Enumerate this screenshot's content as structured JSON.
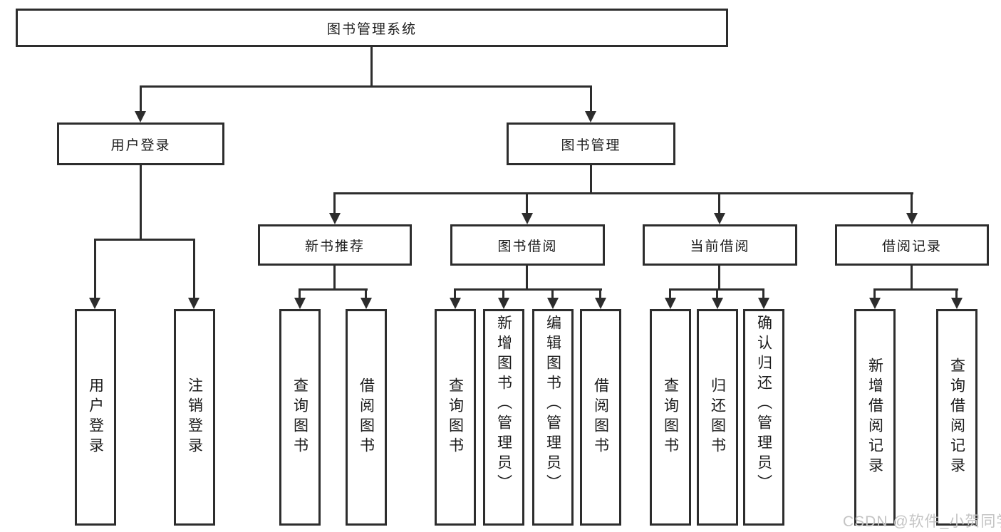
{
  "nodes": {
    "root": "图书管理系统",
    "user_login": "用户登录",
    "book_mgmt": "图书管理",
    "new_books": "新书推荐",
    "book_borrow": "图书借阅",
    "current_borrow": "当前借阅",
    "borrow_records": "借阅记录",
    "leaf_user_login": "用户登录",
    "leaf_logout": "注销登录",
    "leaf_nb_query": "查询图书",
    "leaf_nb_borrow": "借阅图书",
    "leaf_bb_query": "查询图书",
    "leaf_bb_add": "新增图书（管理员）",
    "leaf_bb_edit": "编辑图书（管理员）",
    "leaf_bb_borrow": "借阅图书",
    "leaf_cb_query": "查询图书",
    "leaf_cb_return": "归还图书",
    "leaf_cb_confirm": "确认归还（管理员）",
    "leaf_rec_add": "新增借阅记录",
    "leaf_rec_query": "查询借阅记录"
  },
  "watermark": "CSDN @软件_小贺同学",
  "colors": {
    "line": "#2d2d2d",
    "text": "#1b1b1b",
    "watermark": "#c4c4c4"
  }
}
